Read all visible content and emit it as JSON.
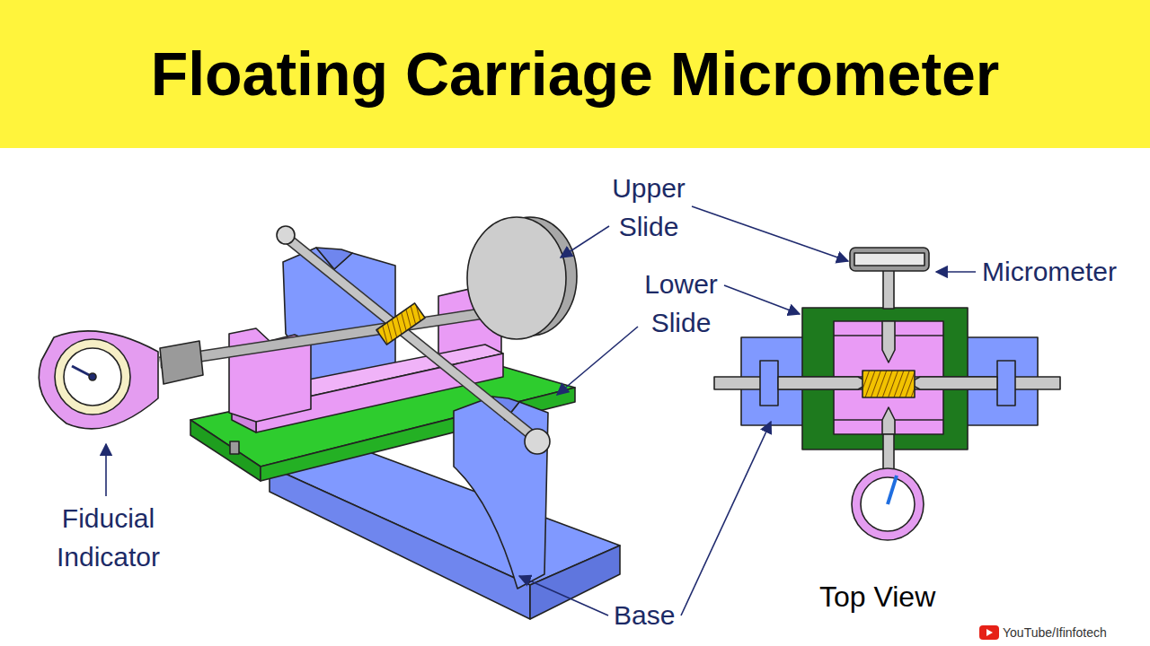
{
  "diagram": {
    "title": "Floating Carriage Micrometer",
    "labels": [
      "Upper Slide",
      "Lower Slide",
      "Micrometer",
      "Fiducial Indicator",
      "Base",
      "Top View",
      "YouTube/Ifinfotech"
    ]
  }
}
